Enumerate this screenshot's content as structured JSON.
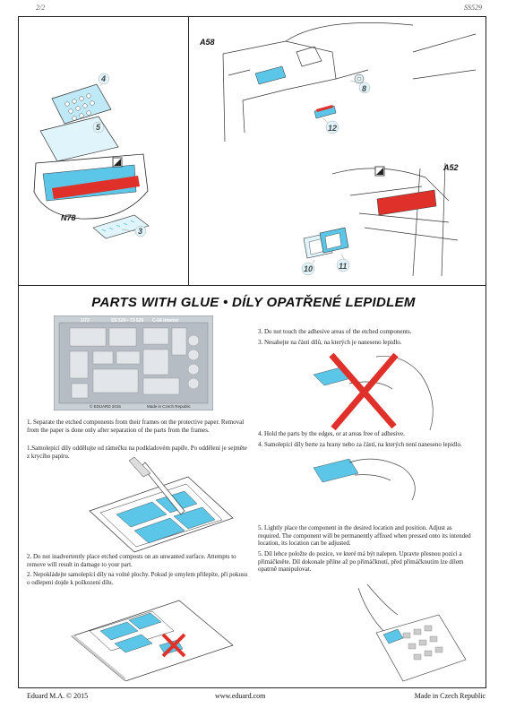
{
  "header": {
    "page": "2/2",
    "code": "SS529"
  },
  "panels": {
    "left": {
      "ref": "N78",
      "parts": [
        "4",
        "5",
        "3"
      ]
    },
    "right_top": {
      "ref": "A58",
      "parts": [
        "8",
        "12"
      ]
    },
    "right_bottom": {
      "ref": "A52",
      "parts": [
        "10",
        "11"
      ]
    }
  },
  "title": "PARTS WITH GLUE  •  DÍLY OPATŘENÉ LEPIDLEM",
  "fret": {
    "scale": "1/72",
    "code": "SS 529 • 73 529",
    "name": "C-54 interior",
    "copyright": "© EDUARD 2015",
    "made_in": "Made in Czech Republic"
  },
  "instructions": {
    "step1_en": "1. Separate the etched components from their frames on the protective paper. Removal from the paper is done only after separation of the parts from the frames.",
    "step1_cz": "1.Samolepící díly oddělujte od rámečku na podkladovém papíře. Po oddělení je sejměte z krycího papíru.",
    "step2_en": "2. Do not inadvertently place etched composts on an unwanted surface. Attempts  to remove will result in damage to your part.",
    "step2_cz": "2. Nepokládejte samolepící díly na volné plochy. Pokud je omylem přilepíte, při pokusu o odlepení dojde k poškození dílu.",
    "step3_en": "3. Do not touch the adhesive areas of the etched components.",
    "step3_cz": "3. Nesahejte na části dílů, na kterých je naneseno lepidlo.",
    "step4_en": "4. Hold the parts by the edges, or at areas free of adhesive.",
    "step4_cz": "4. Samolepící díly berte za hrany nebo za části, na kterých není naneseno lepidlo.",
    "step5_en": "5. Lightly place the component in the desired location and position. Adjust as required. The component will be permanently affixed when pressed onto its intended location, its location can be adjusted.",
    "step5_cz": "5. Díl lehce položte do pozice, ve které má být nalepen. Upravte přesnou pozici a přimáčkněte. Díl dokonale přilne až po přimáčknutí, před přimáčknutím lze dílem opatrně manipulovat."
  },
  "footer": {
    "left": "Eduard M.A. © 2015",
    "center": "www.eduard.com",
    "right": "Made in Czech Republic"
  },
  "colors": {
    "part": "#5bc6e8",
    "glue": "#e0302a",
    "line": "#222222"
  }
}
